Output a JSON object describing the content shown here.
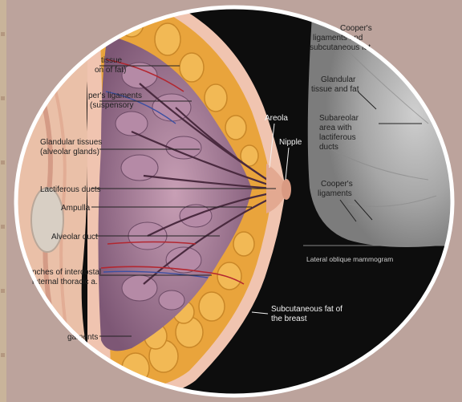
{
  "figure": {
    "labels_left": [
      {
        "line1": "tissue",
        "line2": "on of fat)"
      },
      {
        "line1": "per's ligaments",
        "line2": "(suspensory"
      },
      {
        "line1": "Glandular tissues",
        "line2": "(alveolar glands)"
      },
      {
        "line1": "Lactiferous ducts",
        "line2": ""
      },
      {
        "line1": "Ampulla",
        "line2": ""
      },
      {
        "line1": "Alveolar duct",
        "line2": ""
      },
      {
        "line1": "nches of intercostal",
        "line2": "internal thoracic a."
      },
      {
        "line1": "gaments",
        "line2": ""
      }
    ],
    "labels_right": [
      {
        "line1": "Areola",
        "line2": ""
      },
      {
        "line1": "Nipple",
        "line2": ""
      },
      {
        "line1": "Subcutaneous fat of",
        "line2": "the breast"
      }
    ],
    "mammogram_labels": [
      {
        "line1": "Cooper's",
        "line2": "ligaments and",
        "line3": "subcutaneous fat"
      },
      {
        "line1": "Glandular",
        "line2": "tissue and fat",
        "line3": ""
      },
      {
        "line1": "Subareolar",
        "line2": "area with",
        "line3": "lactiferous",
        "line4": "ducts"
      },
      {
        "line1": "Cooper's",
        "line2": "ligaments",
        "line3": ""
      }
    ],
    "mammogram_caption": "Lateral oblique mammogram",
    "colors": {
      "background": "#bca39c",
      "oval_border": "#ffffff",
      "fat": "#e9a43c",
      "gland": "#9a6f8c",
      "skin": "#f0c4b0",
      "mammogram_bg": "#0d0d0d",
      "mammogram_tissue": "#a9a9a9"
    }
  }
}
